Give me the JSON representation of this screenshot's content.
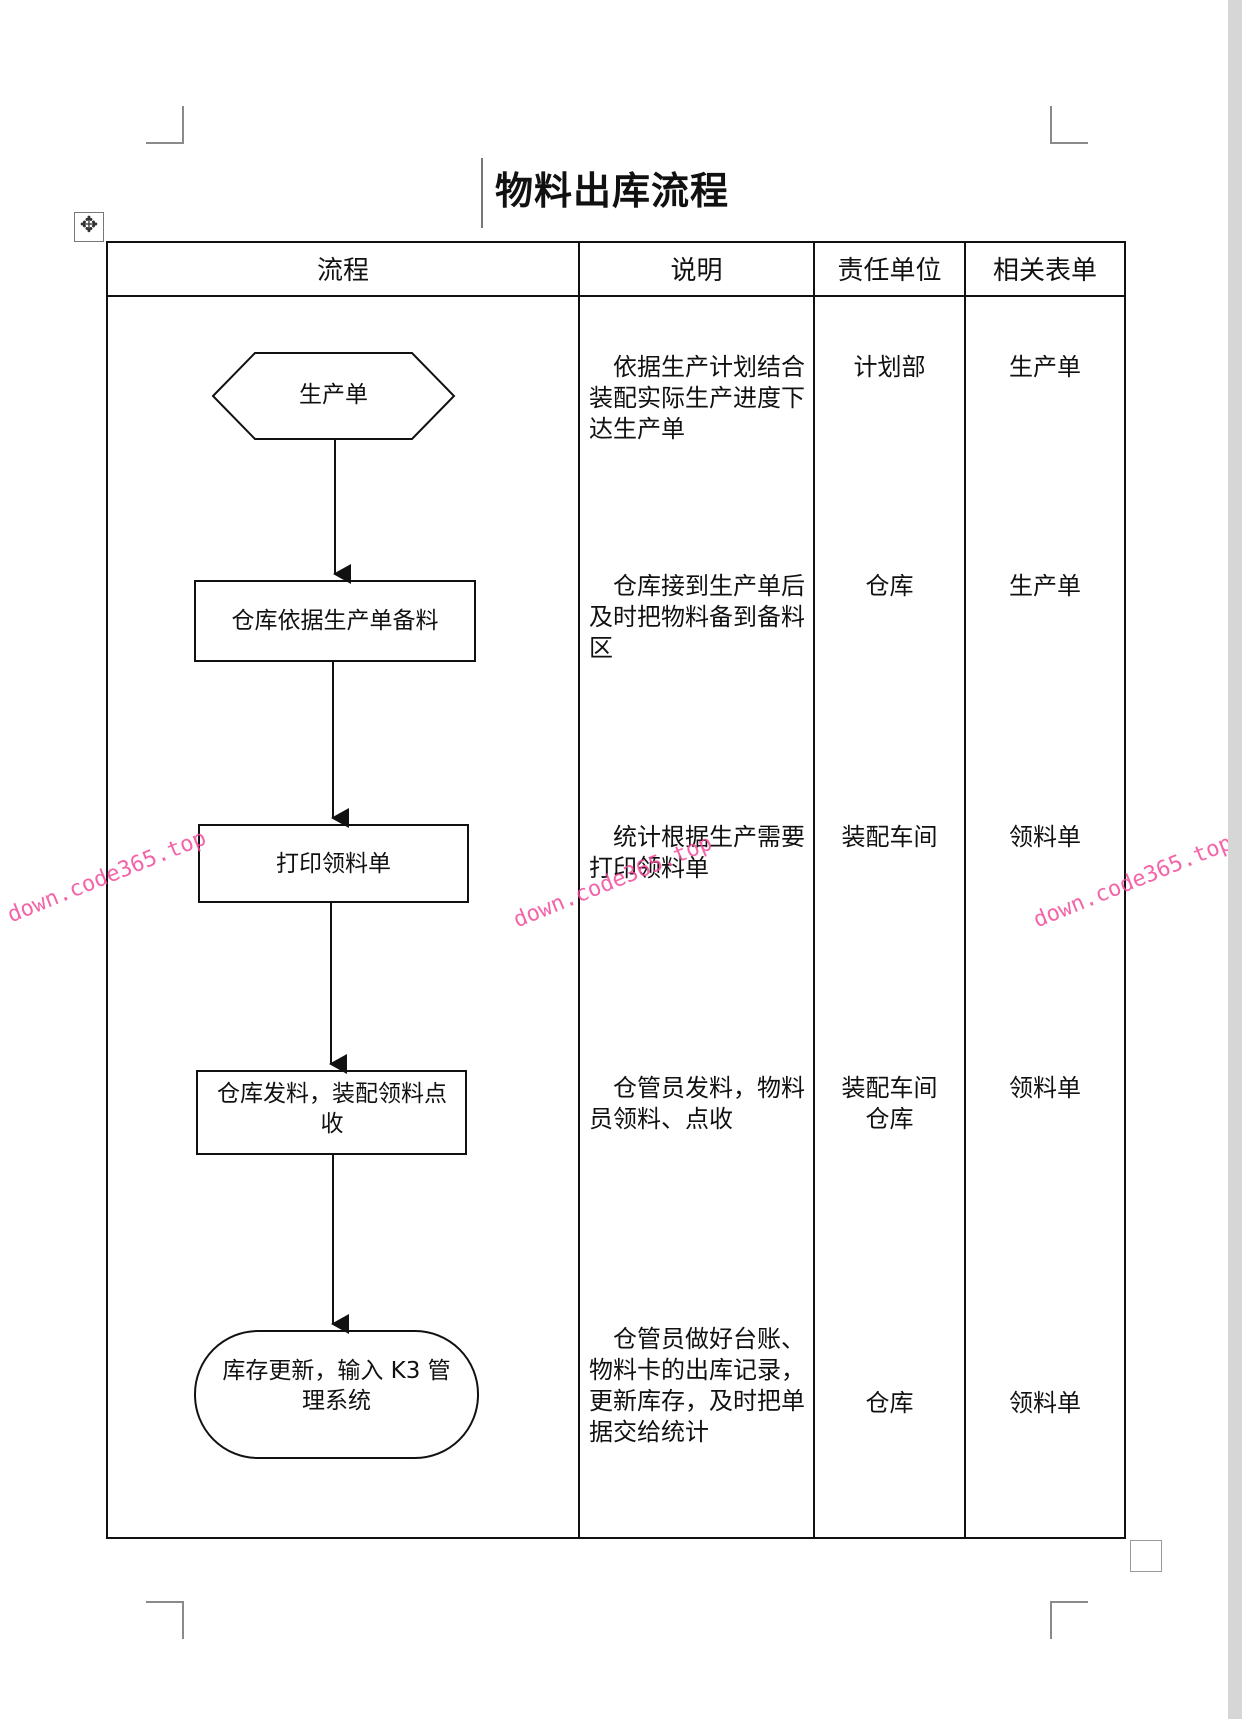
{
  "title": "物料出库流程",
  "headers": [
    "流程",
    "说明",
    "责任单位",
    "相关表单"
  ],
  "rows": [
    {
      "node": "生产单",
      "desc": "　依据生产计划结合装配实际生产进度下达生产单",
      "unit": "计划部",
      "form": "生产单"
    },
    {
      "node": "仓库依据生产单备料",
      "desc": "　仓库接到生产单后及时把物料备到备料区",
      "unit": "仓库",
      "form": "生产单"
    },
    {
      "node": "打印领料单",
      "desc": "　统计根据生产需要打印领料单",
      "unit": "装配车间",
      "form": "领料单"
    },
    {
      "node": "仓库发料，装配领料点收",
      "desc": "　仓管员发料，物料员领料、点收",
      "unit": "装配车间\n仓库",
      "form": "领料单"
    },
    {
      "node": "库存更新，输入 K3 管理系统",
      "desc": "　仓管员做好台账、物料卡的出库记录，更新库存，及时把单据交给统计",
      "unit": "仓库",
      "form": "领料单"
    }
  ],
  "watermark": "down.code365.top",
  "move_handle_icon": "move-icon"
}
